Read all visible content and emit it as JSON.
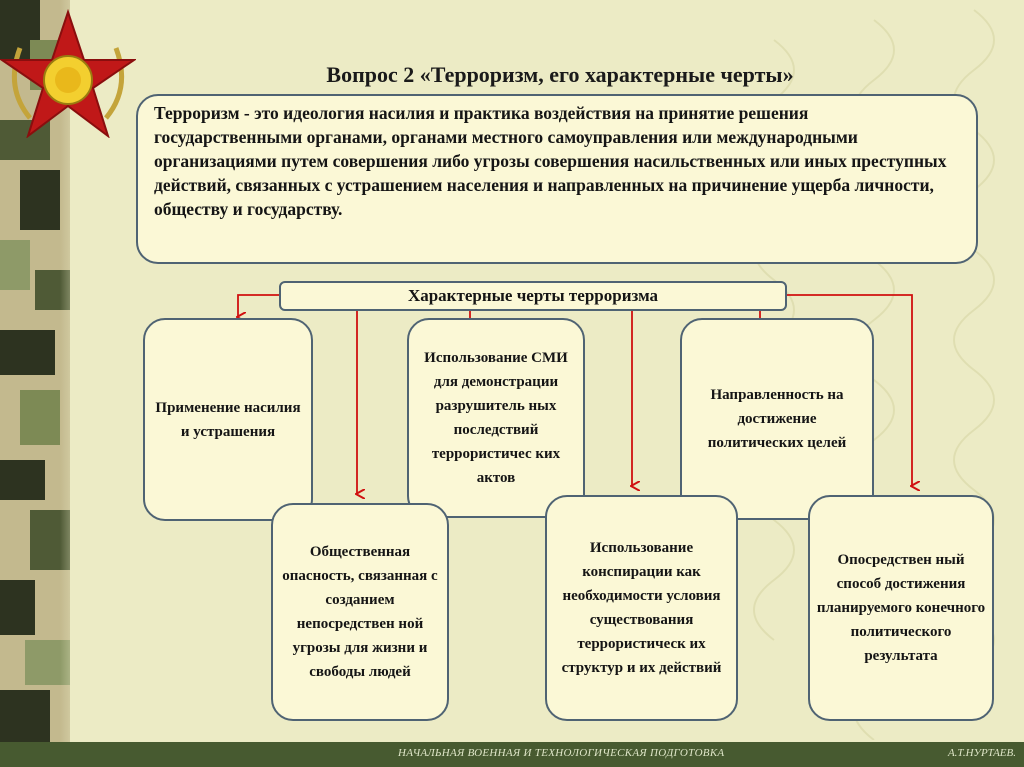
{
  "slide": {
    "title": "Вопрос 2 «Терроризм, его характерные черты»",
    "definition": "Терроризм - это идеология насилия и практика воздействия на принятие решения государственными органами, органами местного самоуправления или международными организациями путем совершения либо угрозы совершения насильственных или иных преступных действий, связанных с устрашением населения и направленных на причинение ущерба личности, обществу и государству.",
    "features_header": "Характерные черты терроризма",
    "features": [
      "Применение насилия и устрашения",
      "Использование СМИ для демонстрации разрушитель ных последствий террористичес ких актов",
      "Направленность на достижение политических целей",
      "Общественная опасность, связанная с созданием непосредствен ной угрозы для жизни и свободы людей",
      "Использование конспирации как необходимости условия существования террористическ их структур и их действий",
      "Опосредствен ный способ достижения планируемого конечного политического результата"
    ]
  },
  "footer": {
    "course": "НАЧАЛЬНАЯ ВОЕННАЯ И ТЕХНОЛОГИЧЕСКАЯ ПОДГОТОВКА",
    "author": "А.Т.НУРТАЕВ."
  },
  "colors": {
    "background": "#ecebc5",
    "box_fill": "#fbf8d6",
    "box_border": "#4f6373",
    "arrow": "#d01010",
    "footer_bg": "#475a30"
  },
  "icons": [
    "star-emblem-icon"
  ]
}
